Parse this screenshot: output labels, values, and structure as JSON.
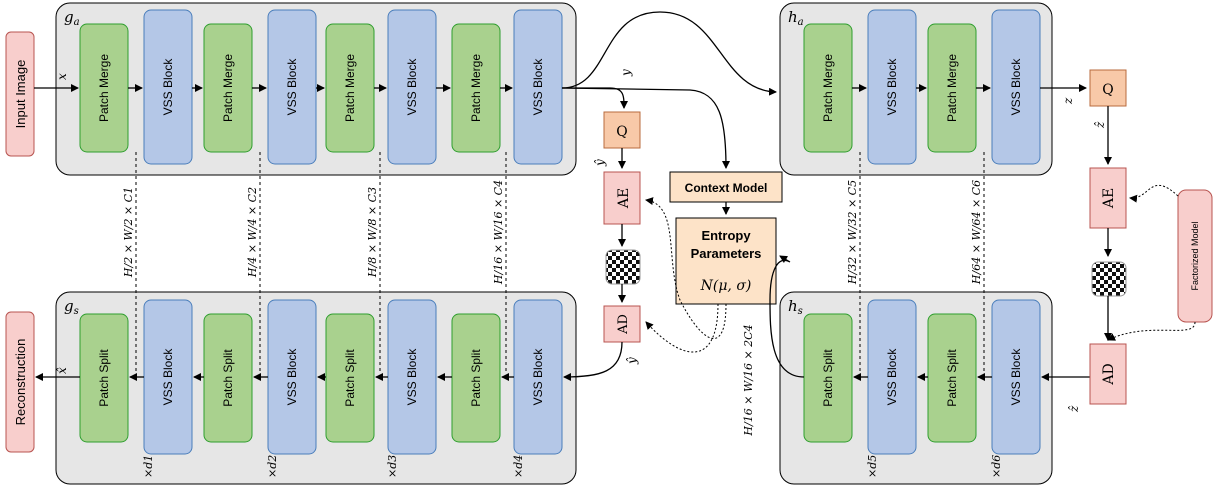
{
  "io": {
    "input": "Input Image",
    "output": "Reconstruction"
  },
  "modules": {
    "ga": "g",
    "ga_sub": "a",
    "gs": "g",
    "gs_sub": "s",
    "ha": "h",
    "ha_sub": "a",
    "hs": "h",
    "hs_sub": "s"
  },
  "blocks": {
    "patch_merge": "Patch Merge",
    "patch_split": "Patch Split",
    "vss": "VSS Block",
    "q": "Q",
    "ae": "AE",
    "ad": "AD",
    "context_model": "Context Model",
    "entropy_params_1": "Entropy",
    "entropy_params_2": "Parameters",
    "entropy_formula": "N(μ, σ)",
    "factorized_model": "Factorized Model"
  },
  "symbols": {
    "x": "x",
    "x_hat": "x̂",
    "y": "y",
    "y_hat": "ŷ",
    "z": "z",
    "z_hat": "ẑ"
  },
  "dims": {
    "d1": "H/2 × W/2 × C1",
    "d2": "H/4 × W/4 × C2",
    "d3": "H/8 × W/8 × C3",
    "d4": "H/16 × W/16 × C4",
    "d5": "H/32 × W/32 × C5",
    "d6": "H/64 × W/64 × C6",
    "ctx": "H/16 × W/16 × 2C4"
  },
  "repeats": [
    "×d1",
    "×d2",
    "×d3",
    "×d4",
    "×d5",
    "×d6"
  ]
}
